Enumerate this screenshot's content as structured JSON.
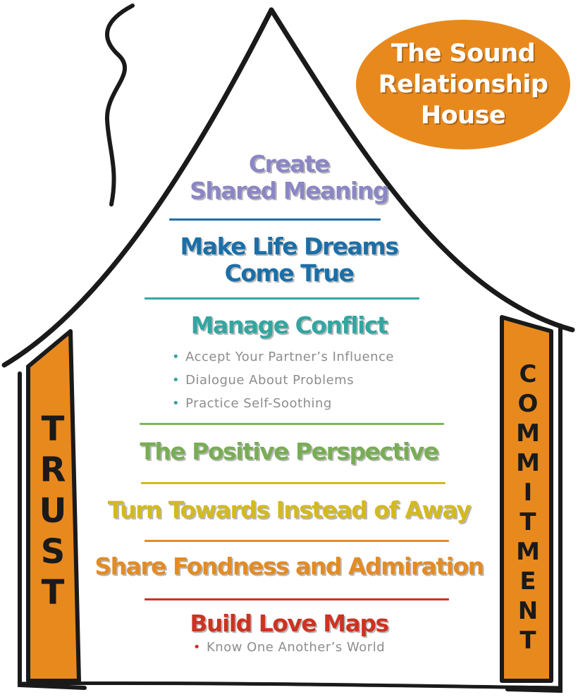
{
  "title": {
    "lines": [
      "The Sound",
      "Relationship",
      "House"
    ],
    "color": "#e8891e"
  },
  "colors": {
    "outline": "#1a1a1a",
    "pillar_fill": "#e8891e"
  },
  "levels": [
    {
      "lines": [
        "Create",
        "Shared Meaning"
      ],
      "color": "#8b86c4"
    },
    {
      "lines": [
        "Make Life Dreams",
        "Come True"
      ],
      "color": "#1a6fa8"
    },
    {
      "lines": [
        "Manage Conflict"
      ],
      "color": "#33a6a0",
      "bullets": [
        "Accept Your Partner’s Influence",
        "Dialogue About Problems",
        "Practice Self-Soothing"
      ],
      "bullet_color": "#33a6a0"
    },
    {
      "lines": [
        "The Positive Perspective"
      ],
      "color": "#79ad55"
    },
    {
      "lines": [
        "Turn Towards Instead of Away"
      ],
      "color": "#d4b91f"
    },
    {
      "lines": [
        "Share Fondness and Admiration"
      ],
      "color": "#e38b24"
    },
    {
      "lines": [
        "Build Love Maps"
      ],
      "color": "#cc3322",
      "bullets": [
        "Know One Another’s World"
      ],
      "bullet_color": "#cc3322"
    }
  ],
  "divider_colors": [
    "#1e6fa6",
    "#33a6a0",
    "#7db65a",
    "#d4b91f",
    "#e38b24",
    "#cc3322"
  ],
  "pillars": {
    "left": "TRUST",
    "right": "COMMITMENT"
  }
}
